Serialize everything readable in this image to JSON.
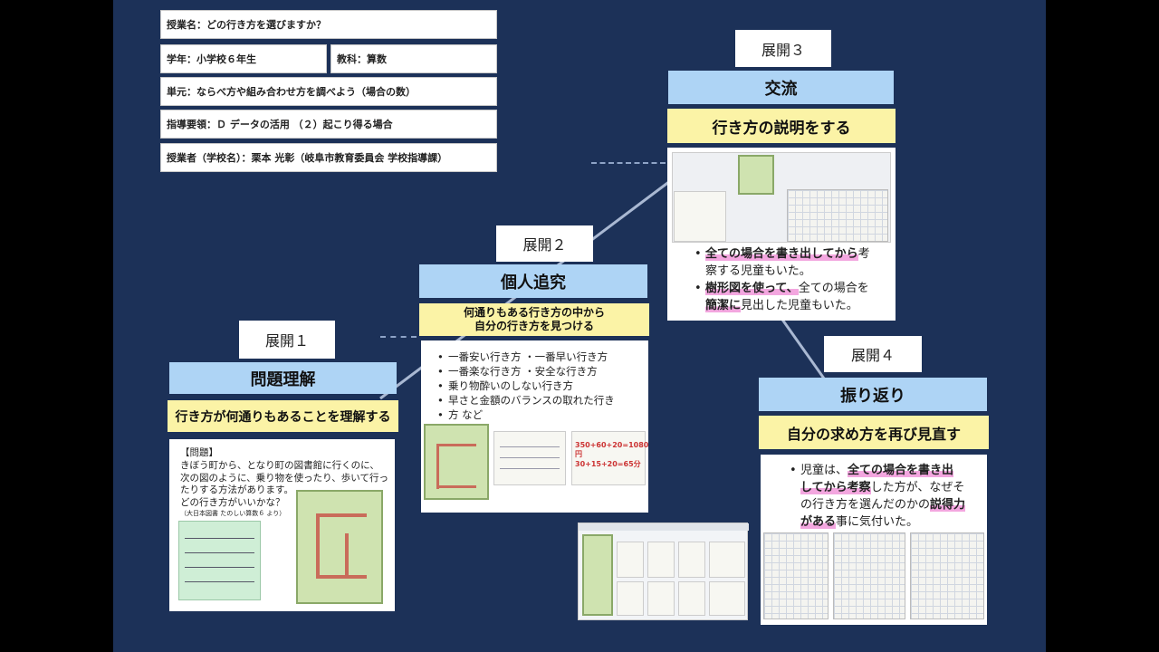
{
  "header": {
    "lesson": "授業名：どの行き方を選びますか？",
    "grade": "学年：小学校６年生",
    "subject": "教科：算数",
    "unit": "単元：ならべ方や組み合わせ方を調べよう（場合の数）",
    "guideline": "指導要領：Ｄ データの活用 （２）起こり得る場合",
    "teacher": "授業者（学校名）：栗本 光彰（岐阜市教育委員会 学校指導課）"
  },
  "phase1": {
    "label": "展開１",
    "title": "問題理解",
    "subtitle": "行き方が何通りもあることを理解する",
    "problem_heading": "【問題】",
    "problem_lines": [
      "きぼう町から、となり町の図書館に行くのに、",
      "次の図のように、乗り物を使ったり、歩いて行っ",
      "たりする方法があります。",
      "どの行き方がいいかな？"
    ],
    "source": "（大日本図書 たのしい算数６ より）"
  },
  "phase2": {
    "label": "展開２",
    "title": "個人追究",
    "subtitle_lines": [
      "何通りもある行き方の中から",
      "自分の行き方を見つける"
    ],
    "bullets": [
      "一番安い行き方 ・一番早い行き方",
      "一番楽な行き方 ・安全な行き方",
      "乗り物酔いのしない行き方",
      "早さと金額のバランスの取れた行き",
      "方 など"
    ],
    "calc_lines": [
      "350+60+20=1080円",
      "30+15+20=65分"
    ]
  },
  "phase3": {
    "label": "展開３",
    "title": "交流",
    "subtitle": "行き方の説明をする",
    "bullet1": {
      "hl": "全ての場合を書き出してから",
      "rest1": "考",
      "line2": "察する児童もいた。"
    },
    "bullet2": {
      "hl1": "樹形図を使って、",
      "rest1": "全ての場合を",
      "hl2": "簡潔に",
      "rest2": "見出した児童もいた。"
    }
  },
  "phase4": {
    "label": "展開４",
    "title": "振り返り",
    "subtitle": "自分の求め方を再び見直す",
    "text": {
      "a": "児童は、",
      "hl1": "全ての場合を書き出",
      "hl2": "してから考察",
      "b": "した方が、なぜそ",
      "c": "の行き方を選んだのかの",
      "hl3": "説得力",
      "hl4": "がある",
      "d": "事に気付いた。"
    }
  },
  "colors": {
    "slide_bg": "#1c3158",
    "title_blue": "#aed4f5",
    "subtitle_yellow": "#fbf3a6",
    "highlight_pink": "#f3a6df"
  }
}
